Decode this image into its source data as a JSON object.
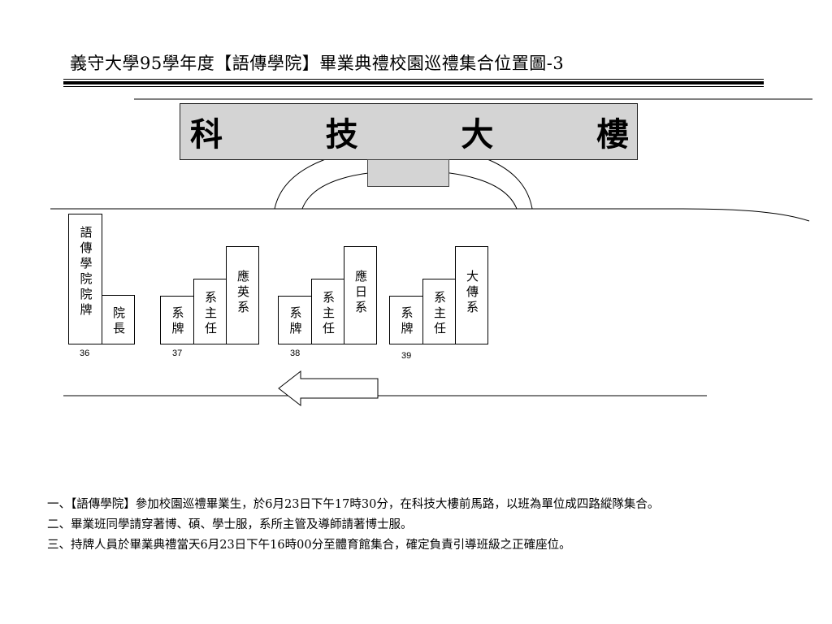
{
  "title": "義守大學95學年度【語傳學院】畢業典禮校園巡禮集合位置圖-3",
  "building": {
    "chars": [
      "科",
      "技",
      "大",
      "樓"
    ]
  },
  "colors": {
    "building_fill": "#d4d4d4",
    "line": "#000000",
    "background": "#ffffff"
  },
  "boxes": [
    {
      "id": "college-sign",
      "label": "語傳學院院牌"
    },
    {
      "id": "dean",
      "label": "院長"
    },
    {
      "id": "g37-sign",
      "label": "系牌"
    },
    {
      "id": "g37-chair",
      "label": "系主任"
    },
    {
      "id": "g37-dept",
      "label": "應英系"
    },
    {
      "id": "g38-sign",
      "label": "系牌"
    },
    {
      "id": "g38-chair",
      "label": "系主任"
    },
    {
      "id": "g38-dept",
      "label": "應日系"
    },
    {
      "id": "g39-sign",
      "label": "系牌"
    },
    {
      "id": "g39-chair",
      "label": "系主任"
    },
    {
      "id": "g39-dept",
      "label": "大傳系"
    }
  ],
  "group_numbers": [
    "36",
    "37",
    "38",
    "39"
  ],
  "direction_arrow": "left-arrow-icon",
  "notes": [
    "一、【語傳學院】參加校園巡禮畢業生，於6月23日下午17時30分，在科技大樓前馬路，以班為單位成四路縱隊集合。",
    "二、畢業班同學請穿著博、碩、學士服，系所主管及導師請著博士服。",
    "三、持牌人員於畢業典禮當天6月23日下午16時00分至體育館集合，確定負責引導班級之正確座位。"
  ]
}
